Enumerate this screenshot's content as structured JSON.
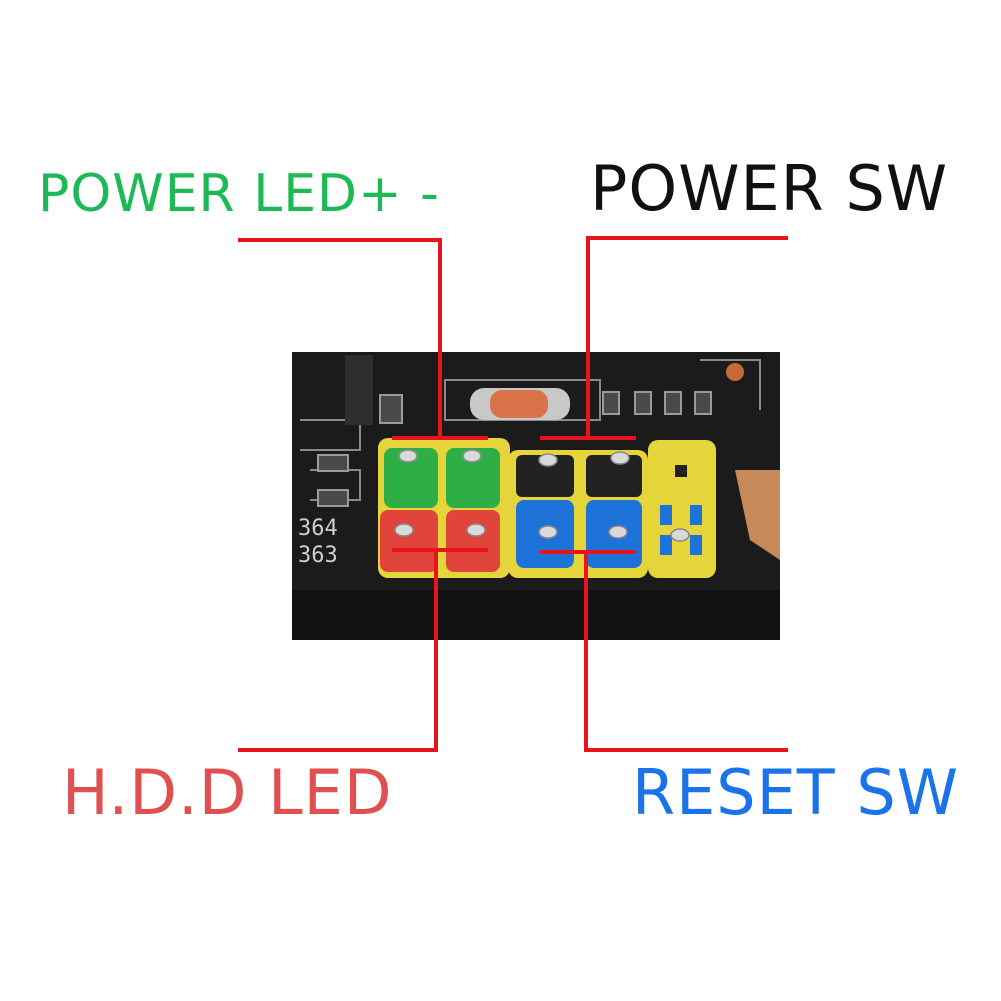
{
  "labels": {
    "power_led": "POWER LED+  -",
    "power_sw": "POWER SW",
    "hdd_led": "H.D.D LED",
    "reset_sw": "RESET SW"
  },
  "silkscreen": {
    "top": "364",
    "bottom": "363"
  },
  "colors": {
    "power_led": "#1db954",
    "power_sw": "#111111",
    "hdd_led": "#e05050",
    "reset_sw": "#1a73e8",
    "leader_lines": "#e8141b",
    "board": "#1b1b1b",
    "header_plastic": "#e6d53a"
  }
}
